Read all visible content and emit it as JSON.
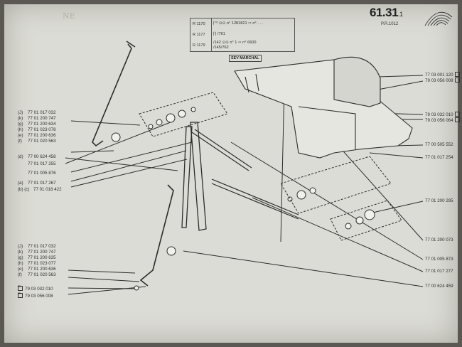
{
  "header": {
    "page_number": "61.31",
    "page_suffix": "1",
    "page_sub": "P.R.1012",
    "faded_mark": "NE"
  },
  "applicability": [
    {
      "model": "R 1170",
      "spec": "⌈⁷⁰  ⊙⊙ n° 1281821 ⇨ n° . . ."
    },
    {
      "model": "R 1177",
      "spec": "⌈⌉ /761"
    },
    {
      "model": "R 1179",
      "spec": "/142  ⊙⊙ n° 1 ⇨ n° 6600",
      "spec2": "/145/762"
    }
  ],
  "supplier_tag": "SEV MARCHAL",
  "left_refs_upper": [
    {
      "key": "(J)",
      "num": "77 01 017 032"
    },
    {
      "key": "(k)",
      "num": "77 01 200 747"
    },
    {
      "key": "(g)",
      "num": "77 01 200 634"
    },
    {
      "key": "(h)",
      "num": "77 01 023 078"
    },
    {
      "key": "(e)",
      "num": "77 01 200 636"
    },
    {
      "key": "(f)",
      "num": "77 01 020 563"
    }
  ],
  "left_refs_mid": [
    {
      "key": "(d)",
      "num": "77 00 624 458"
    },
    {
      "key": "",
      "num": "77 01 017 255"
    },
    {
      "key": "",
      "num": "77 01 005 876"
    },
    {
      "key": "(a)",
      "num": "77 01 017 267"
    },
    {
      "key": "(b) (c)",
      "num": "77 01 018 422"
    }
  ],
  "left_refs_lower": [
    {
      "key": "(J)",
      "num": "77 01 017 032"
    },
    {
      "key": "(k)",
      "num": "77 01 200 747"
    },
    {
      "key": "(g)",
      "num": "77 01 200 635"
    },
    {
      "key": "(h)",
      "num": "77 01 023 077"
    },
    {
      "key": "(e)",
      "num": "77 01 200 636"
    },
    {
      "key": "(f)",
      "num": "77 01 020 563"
    }
  ],
  "left_refs_boxed": [
    {
      "num": "79 03 032 010"
    },
    {
      "num": "79 03 056 008"
    }
  ],
  "right_refs": [
    {
      "num": "77 03 001 120",
      "boxed": true
    },
    {
      "num": "79 03 056 008",
      "boxed": true
    },
    {
      "num": "79 03 032 010",
      "boxed": true
    },
    {
      "num": "79 03 056 064",
      "boxed": true
    },
    {
      "num": "77 00 505 552",
      "boxed": false
    },
    {
      "num": "77 01 017 254",
      "boxed": false
    },
    {
      "num": "77 01 200 295",
      "boxed": false
    },
    {
      "num": "77 01 200 073",
      "boxed": false
    },
    {
      "num": "77 01 005 873",
      "boxed": false
    },
    {
      "num": "77 01 017 277",
      "boxed": false
    },
    {
      "num": "77 00 624 459",
      "boxed": false
    }
  ]
}
